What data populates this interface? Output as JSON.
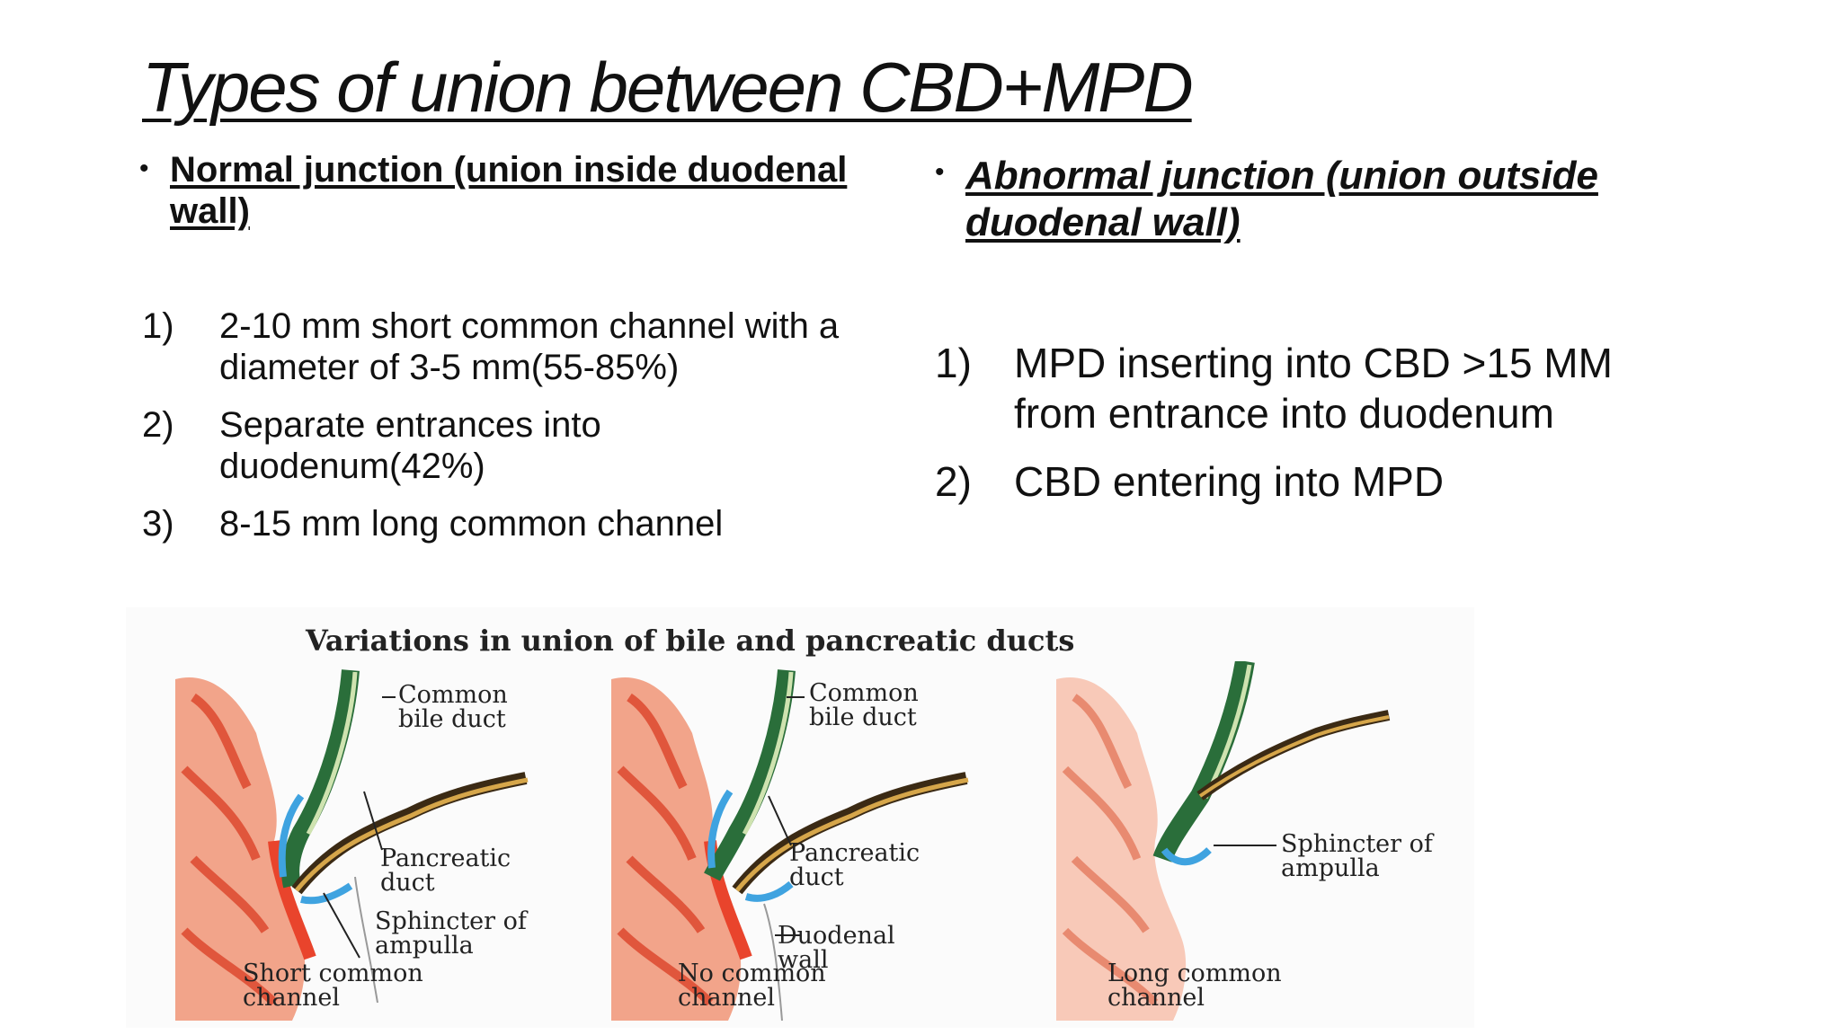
{
  "title": "Types of union between CBD+MPD",
  "left": {
    "heading": "Normal junction (union inside duodenal wall)",
    "items": [
      {
        "num": "1)",
        "text": "2-10 mm short common channel with a diameter of 3-5 mm(55-85%)"
      },
      {
        "num": "2)",
        "text": "Separate entrances into duodenum(42%)"
      },
      {
        "num": "3)",
        "text": "8-15 mm long common channel"
      }
    ]
  },
  "right": {
    "heading": "Abnormal junction (union outside duodenal wall)",
    "items": [
      {
        "num": "1)",
        "text": "MPD inserting into CBD >15 MM from entrance into duodenum"
      },
      {
        "num": "2)",
        "text": "CBD entering into MPD"
      }
    ]
  },
  "figure": {
    "title": "Variations in union of bile and pancreatic ducts",
    "panels": [
      {
        "caption": "Short common channel",
        "labels": [
          "Common bile duct",
          "Pancreatic duct",
          "Sphincter of ampulla"
        ]
      },
      {
        "caption": "No common channel",
        "labels": [
          "Common bile duct",
          "Pancreatic duct",
          "Duodenal wall"
        ]
      },
      {
        "caption": "Long common channel",
        "labels": [
          "Sphincter of ampulla"
        ]
      }
    ]
  }
}
